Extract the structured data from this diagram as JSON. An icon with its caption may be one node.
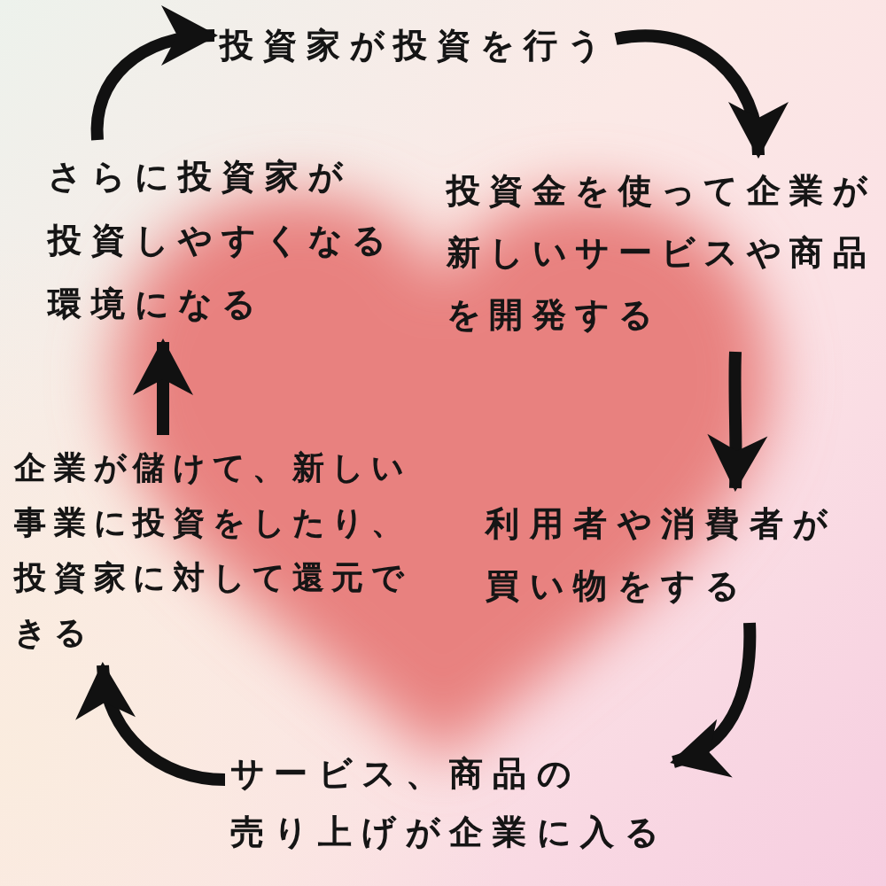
{
  "diagram": {
    "nodes": [
      {
        "text": [
          "投資家が投資を行う"
        ]
      },
      {
        "text": [
          "投資金を使って企業が新しいサービスや商品を開発する"
        ]
      },
      {
        "text": [
          "利用者や消費者が買い物をする"
        ]
      },
      {
        "text": [
          "サービス、商品の売り上げが企業に入る"
        ]
      },
      {
        "text": [
          "企業が儲けて、新しい事業に投資をしたり、投資家に対して還元できる"
        ]
      },
      {
        "text": [
          "さらに投資家が投資しやすくなる環境になる"
        ]
      }
    ],
    "edges": [
      {
        "from": 0,
        "to": 1,
        "arrow": "to"
      },
      {
        "from": 1,
        "to": 2,
        "arrow": "to"
      },
      {
        "from": 2,
        "to": 3,
        "arrow": "to"
      },
      {
        "from": 3,
        "to": 4,
        "arrow": "to"
      },
      {
        "from": 4,
        "to": 5,
        "arrow": "to"
      },
      {
        "from": 5,
        "to": 0,
        "arrow": "to"
      }
    ]
  }
}
